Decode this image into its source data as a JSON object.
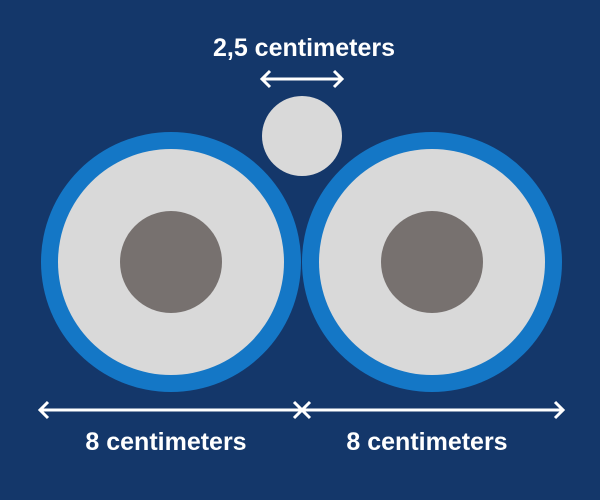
{
  "colors": {
    "background": "#14376a",
    "ring": "#1477c6",
    "disc": "#d9d9d9",
    "core": "#77716f",
    "small_circle": "#d9d9d9",
    "arrow": "#ffffff",
    "text": "#ffffff"
  },
  "labels": {
    "small_circle_size": "2,5 centimeters",
    "left_circle_size": "8 centimeters",
    "right_circle_size": "8 centimeters"
  }
}
